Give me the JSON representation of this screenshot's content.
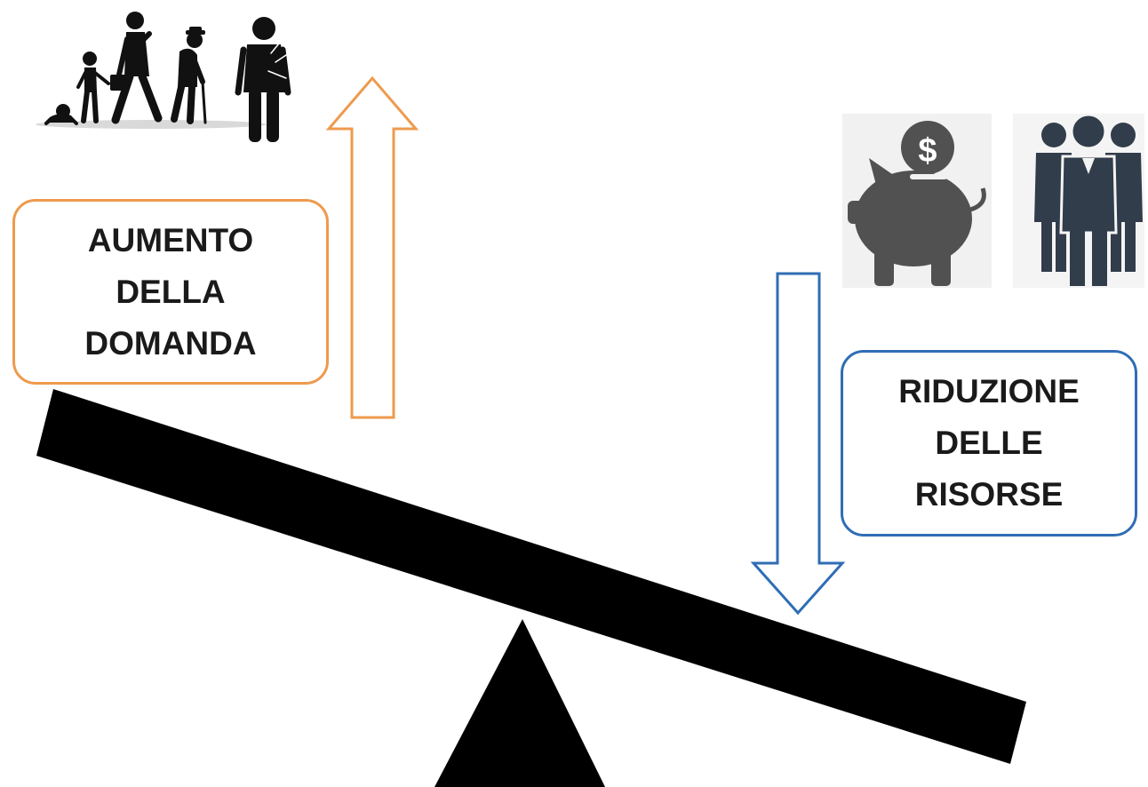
{
  "demand_box": {
    "lines": [
      "AUMENTO",
      "DELLA",
      "DOMANDA"
    ],
    "border_color": "#ee9a4d"
  },
  "resources_box": {
    "lines": [
      "RIDUZIONE",
      "DELLE",
      "RISORSE"
    ],
    "border_color": "#2f6db5"
  },
  "up_arrow": {
    "direction": "up",
    "color": "#ee9a4d"
  },
  "down_arrow": {
    "direction": "down",
    "color": "#2f6db5"
  },
  "seesaw": {
    "tilt": "right-side-down",
    "color": "#000000"
  },
  "icons": [
    "human-life-stages-icon",
    "piggy-bank-dollar-icon",
    "group-of-people-icon"
  ],
  "piggy_bank_coin_symbol": "$"
}
